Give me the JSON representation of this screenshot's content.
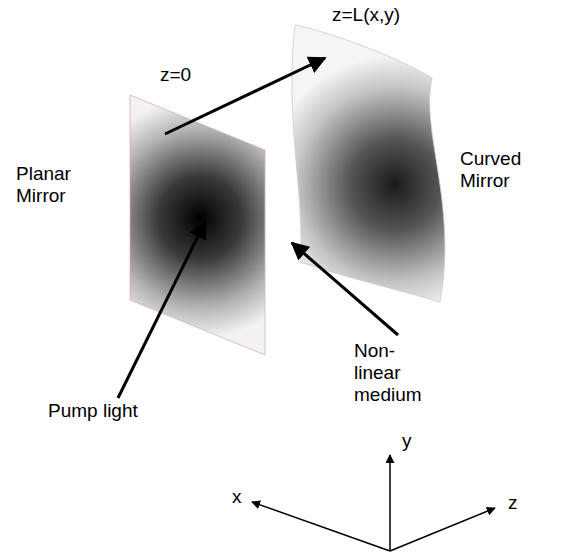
{
  "diagram": {
    "labels": [
      "z=L(x,y)",
      "z=0",
      "Planar Mirror",
      "Curved Mirror",
      "Pump light",
      "Non-linear medium",
      "y",
      "x",
      "z"
    ]
  }
}
